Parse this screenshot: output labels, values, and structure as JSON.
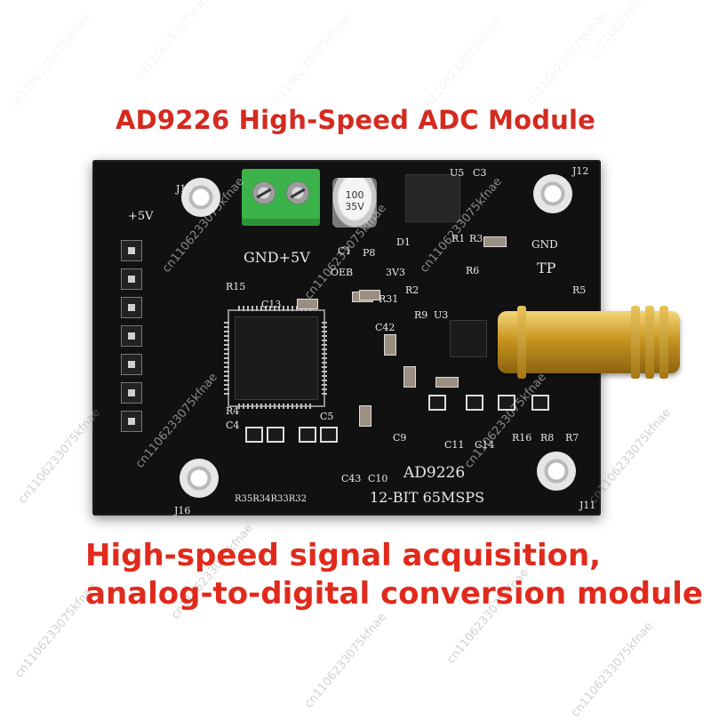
{
  "title": "AD9226 High-Speed ADC Module",
  "caption": {
    "line1": "High-speed signal acquisition,",
    "line2": "analog-to-digital conversion module"
  },
  "watermark": "cn1106233075kfnae",
  "board": {
    "power_label": "GND+5V",
    "capacitor_text": "100\n35V",
    "chip_name": "AD9226",
    "spec": "12-BIT 65MSPS",
    "header_label": "+5V",
    "labels": {
      "j13": "J13",
      "j12": "J12",
      "j16": "J16",
      "j11": "J11",
      "u5": "U5",
      "c3": "C3",
      "r1": "R1",
      "r3": "R3",
      "r6": "R6",
      "r2": "R2",
      "r5": "R5",
      "r9": "R9",
      "u3": "U3",
      "r15": "R15",
      "c13": "C13",
      "r31": "R31",
      "r4": "R4",
      "c4": "C4",
      "c5": "C5",
      "c9": "C9",
      "c11": "C11",
      "c14": "C14",
      "c42": "C42",
      "c43": "C43",
      "c10": "C10",
      "r16": "R16",
      "r8": "R8",
      "r7": "R7",
      "gnd": "GND",
      "tp": "TP",
      "oeb": "OEB",
      "v3v3": "3V3",
      "c1": "C1",
      "d1": "D1",
      "p8": "P8",
      "resistor_row": "R35R34R33R32"
    }
  },
  "colors": {
    "text_red": "#d42a1f",
    "pcb": "#111111",
    "terminal": "#3bb24a",
    "sma_gold": "#c9951f"
  }
}
